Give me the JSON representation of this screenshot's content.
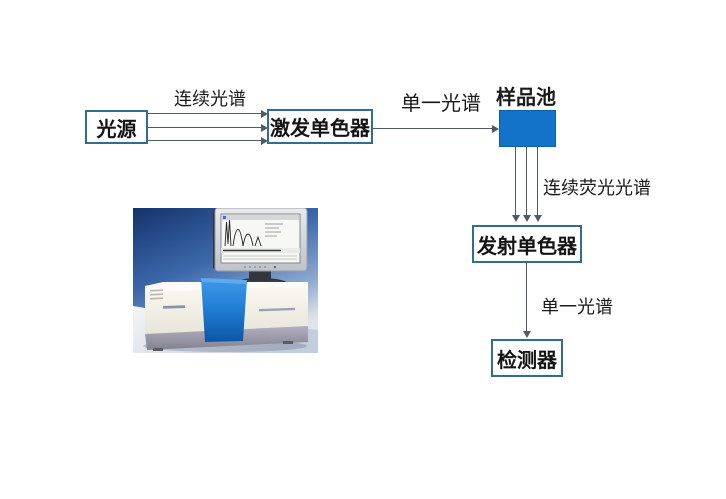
{
  "diagram": {
    "nodes": {
      "light_source": "光源",
      "excitation_monochromator": "激发单色器",
      "sample_cell": "样品池",
      "emission_monochromator": "发射单色器",
      "detector": "检测器"
    },
    "edge_labels": {
      "continuous_spectrum": "连续光谱",
      "single_spectrum_top": "单一光谱",
      "continuous_fluorescence_spectrum": "连续荧光光谱",
      "single_spectrum_bottom": "单一光谱"
    },
    "colors": {
      "box_border": "#2f6e90",
      "sample_cell_fill": "#1273c8",
      "arrow_line": "#4e5a66",
      "text": "#1a1a1a"
    }
  },
  "photo": {
    "subject": "fluorescence-spectrophotometer-instrument-with-monitor",
    "colors": {
      "background_top": "#14336b",
      "background_mid": "#3b68ab",
      "table_surface": "#e6e9ec",
      "instrument_body": "#f4f2ea",
      "instrument_lid": "#1f7dd0",
      "instrument_base": "#9794a5",
      "monitor_bezel": "#d6d9dc"
    }
  }
}
